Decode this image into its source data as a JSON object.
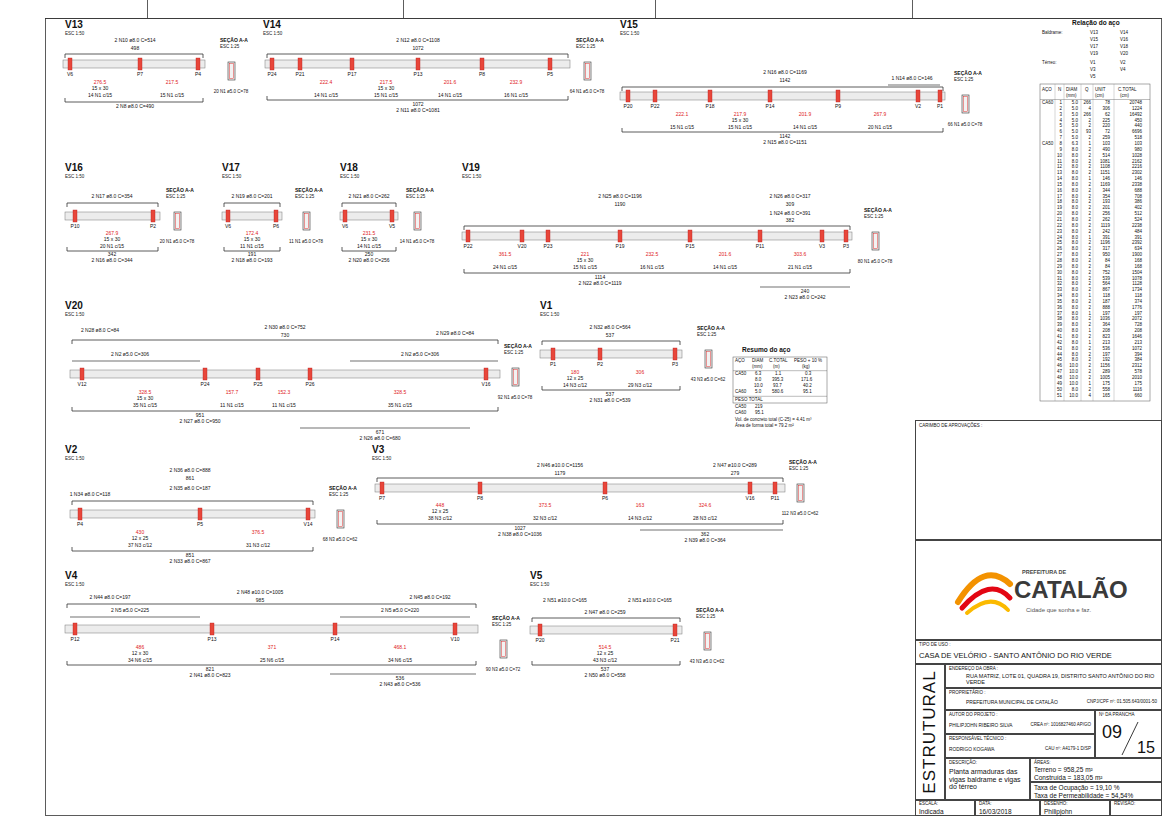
{
  "diagram": {
    "nodes": [
      {
        "text": [
          "CARIMBO DE APROVAÇÕES :"
        ]
      },
      {
        "text": [
          "PREFEITURA DE",
          "CATALÃO",
          "Cidade que sonha e faz."
        ]
      },
      {
        "text": [
          "TIPO DE USO :",
          "CASA DE VELÓRIO - SANTO ANTÔNIO DO RIO VERDE"
        ]
      },
      {
        "text": [
          "ESTRUTURAL"
        ]
      },
      {
        "text": [
          "ENDEREÇO DA OBRA :",
          "RUA MATRIZ, LOTE 01, QUADRA 19, DISTRITO SANTO ANTÔNIO DO RIO VERDE"
        ]
      },
      {
        "text": [
          "PROPRIETÁRIO :",
          "PREFEITURA MUNICIPAL DE CATALÃO",
          "CNPJ/CPF nº: 01.505.643/0001-50"
        ]
      },
      {
        "text": [
          "AUTOR DO PROJETO :",
          "PHILIPJOHN RIBEIRO SILVA",
          "CREA nº: 1016827460 AP/GO"
        ]
      },
      {
        "text": [
          "Nº DA PRANCHA",
          "09",
          "15"
        ]
      },
      {
        "text": [
          "RESPONSÁVEL TÉCNICO :",
          "RODRIGO KOGAWA",
          "CAU nº: A4179-1 D/SP"
        ]
      },
      {
        "text": [
          "DESCRIÇÃO:",
          "Planta armaduras das vigas baldrame e vigas do térreo"
        ]
      },
      {
        "text": [
          "ÁREAS:",
          "Terreno = 958,25 m²",
          "Construída = 183,05 m²"
        ]
      },
      {
        "text": [
          "Taxa de Ocupação = 19,10 %",
          "Taxa de Permeabilidade = 54,54%"
        ]
      },
      {
        "text": [
          "ESCALA:",
          "Indicada"
        ]
      },
      {
        "text": [
          "DATA:",
          "16/03/2018"
        ]
      },
      {
        "text": [
          "DESENHO:",
          "Philipjohn"
        ]
      },
      {
        "text": [
          "REVISÃO:"
        ]
      }
    ],
    "labels": [
      "V13",
      "ESC 1:50",
      "SEÇÃO A-A",
      "ESC 1:25",
      "2 N10 ø8.0 C=514",
      "498",
      "V6",
      "P7",
      "P4",
      "276.5",
      "217.5",
      "15 x 30",
      "14 N1 c/15",
      "15 N1 c/15",
      "2 N8 ø8.0 C=490",
      "20 N1 ø5.0 C=78",
      "V14",
      "ESC 1:50",
      "SEÇÃO A-A",
      "ESC 1:25",
      "2 N12 ø8.0 C=1108",
      "1072",
      "P24",
      "P21",
      "P17",
      "P13",
      "P8",
      "P5",
      "222.4",
      "217.5",
      "201.6",
      "232.9",
      "15 x 30",
      "14 N1 c/15",
      "15 N1 c/15",
      "14 N1 c/15",
      "16 N1 c/15",
      "1072",
      "2 N11 ø8.0 C=1081",
      "64 N1 ø5.0 C=78",
      "V15",
      "ESC 1:50",
      "SEÇÃO A-A",
      "ESC 1:25",
      "2 N16 ø8.0 C=1169",
      "1142",
      "1 N14 ø8.0 C=146",
      "P20",
      "P22",
      "P18",
      "P14",
      "P9",
      "V2",
      "P1",
      "222.1",
      "217.9",
      "201.9",
      "267.9",
      "15 x 30",
      "15 N1 c/15",
      "15 N1 c/15",
      "14 N1 c/15",
      "20 N1 c/15",
      "1142",
      "2 N15 ø8.0 C=1151",
      "66 N1 ø5.0 C=78",
      "V16",
      "ESC 1:50",
      "SEÇÃO A-A",
      "ESC 1:25",
      "2 N17 ø8.0 C=354",
      "P10",
      "P2",
      "267.9",
      "15 x 30",
      "20 N1 c/15",
      "342",
      "2 N16 ø8.0 C=344",
      "20 N1 ø5.0 C=78",
      "V17",
      "ESC 1:50",
      "SEÇÃO A-A",
      "ESC 1:25",
      "2 N19 ø8.0 C=201",
      "V6",
      "P6",
      "172.4",
      "15 x 30",
      "11 N1 c/15",
      "191",
      "2 N18 ø8.0 C=193",
      "11 N1 ø5.0 C=78",
      "V18",
      "ESC 1:50",
      "SEÇÃO A-A",
      "ESC 1:25",
      "2 N21 ø8.0 C=262",
      "V6",
      "V5",
      "231.5",
      "15 x 30",
      "14 N1 c/15",
      "250",
      "2 N20 ø8.0 C=256",
      "14 N1 ø5.0 C=78",
      "V19",
      "ESC 1:50",
      "SEÇÃO A-A",
      "ESC 1:25",
      "2 N25 ø8.0 C=1196",
      "1190",
      "2 N26 ø8.0 C=317",
      "309",
      "1 N24 ø8.0 C=391",
      "382",
      "P22",
      "V20",
      "P23",
      "P19",
      "P15",
      "P11",
      "V3",
      "P3",
      "361.5",
      "221",
      "232.5",
      "201.6",
      "303.6",
      "15 x 30",
      "24 N1 c/15",
      "15 N1 c/15",
      "16 N1 c/15",
      "14 N1 c/15",
      "21 N1 c/15",
      "1114",
      "2 N22 ø8.0 C=1119",
      "240",
      "2 N23 ø8.0 C=242",
      "80 N1 ø5.0 C=78",
      "V20",
      "ESC 1:50",
      "SEÇÃO A-A",
      "ESC 1:25",
      "2 N30 ø8.0 C=752",
      "730",
      "2 N28 ø8.0 C=84",
      "2 N29 ø8.0 C=84",
      "2 N2 ø5.0 C=306",
      "2 N2 ø5.0 C=306",
      "V12",
      "P24",
      "P25",
      "P26",
      "V16",
      "328.5",
      "157.7",
      "152.3",
      "328.5",
      "15 x 30",
      "35 N1 c/15",
      "11 N1 c/15",
      "11 N1 c/15",
      "35 N1 c/15",
      "951",
      "2 N27 ø8.0 C=950",
      "671",
      "2 N26 ø8.0 C=680",
      "92 N1 ø5.0 C=78",
      "V1",
      "ESC 1:50",
      "SEÇÃO A-A",
      "ESC 1:25",
      "2 N32 ø8.0 C=564",
      "537",
      "P1",
      "P2",
      "P3",
      "180",
      "306",
      "12 x 25",
      "14 N3 c/12",
      "29 N3 c/12",
      "537",
      "2 N31 ø8.0 C=539",
      "43 N3 ø5.0 C=62",
      "V2",
      "ESC 1:50",
      "SEÇÃO A-A",
      "ESC 1:25",
      "2 N36 ø8.0 C=888",
      "861",
      "2 N35 ø8.0 C=187",
      "1 N34 ø8.0 C=118",
      "P4",
      "P5",
      "V14",
      "430",
      "376.5",
      "12 x 25",
      "37 N3 c/12",
      "31 N3 c/12",
      "851",
      "2 N33 ø8.0 C=867",
      "68 N3 ø5.0 C=62",
      "V3",
      "ESC 1:50",
      "SEÇÃO A-A",
      "ESC 1:25",
      "2 N46 ø10.0 C=1156",
      "1179",
      "2 N47 ø10.0 C=289",
      "279",
      "P7",
      "P8",
      "P6",
      "V16",
      "P11",
      "448",
      "373.5",
      "163",
      "324.6",
      "12 x 25",
      "38 N3 c/12",
      "32 N3 c/12",
      "14 N3 c/12",
      "28 N3 c/12",
      "1027",
      "2 N38 ø8.0 C=1036",
      "362",
      "2 N39 ø8.0 C=364",
      "112 N3 ø5.0 C=62",
      "V4",
      "ESC 1:50",
      "SEÇÃO A-A",
      "ESC 1:25",
      "2 N44 ø8.0 C=197",
      "2 N48 ø10.0 C=1005",
      "985",
      "2 N45 ø8.0 C=192",
      "2 N5 ø5.0 C=225",
      "2 N5 ø5.0 C=220",
      "P12",
      "P13",
      "P14",
      "V10",
      "486",
      "371",
      "468.1",
      "12 x 30",
      "34 N6 c/15",
      "25 N6 c/15",
      "34 N6 c/15",
      "821",
      "2 N41 ø8.0 C=823",
      "536",
      "2 N43 ø8.0 C=536",
      "90 N3 ø5.0 C=72",
      "V5",
      "ESC 1:50",
      "SEÇÃO A-A",
      "ESC 1:25",
      "2 N51 ø10.0 C=165",
      "2 N51 ø10.0 C=165",
      "2 N47 ø8.0 C=259",
      "P20",
      "P21",
      "514.5",
      "12 x 25",
      "43 N3 c/12",
      "537",
      "2 N50 ø8.0 C=558",
      "43 N3 ø5.0 C=62",
      "Resumo do aço",
      "AÇO",
      "DIAM",
      "C.TOTAL",
      "PESO + 10 %",
      "(mm)",
      "(m)",
      "(kg)",
      "CA50",
      "6.3",
      "1.1",
      "0.3",
      "8.0",
      "395.3",
      "171.6",
      "10.0",
      "93.7",
      "40.2",
      "CA60",
      "5.0",
      "580.6",
      "95.1",
      "PESO TOTAL",
      "CA50",
      "219",
      "CA60",
      "95.1",
      "Vol. de concreto total (C-25) = 4.41 m³",
      "Área de forma total = 79.2 m²",
      "Relação do aço",
      "Baldrame:",
      "V13",
      "V14",
      "V15",
      "V16",
      "V17",
      "V18",
      "V19",
      "V20",
      "Térreo:",
      "V1",
      "V2",
      "V3",
      "V4",
      "V5",
      "AÇO",
      "N",
      "DIAM",
      "Q",
      "UNIT",
      "C.TOTAL",
      "(mm)",
      "(cm)",
      "(cm)",
      "CA60",
      "CA50",
      "1",
      "5.0",
      "266",
      "78",
      "20748",
      "2",
      "5.0",
      "4",
      "306",
      "1224",
      "3",
      "5.0",
      "266",
      "62",
      "16492",
      "4",
      "5.0",
      "2",
      "225",
      "450",
      "5",
      "5.0",
      "2",
      "220",
      "440",
      "6",
      "5.0",
      "93",
      "72",
      "6696",
      "7",
      "5.0",
      "2",
      "259",
      "518",
      "8",
      "6.3",
      "1",
      "103",
      "103",
      "9",
      "8.0",
      "2",
      "490",
      "980",
      "10",
      "8.0",
      "2",
      "514",
      "1028",
      "11",
      "8.0",
      "2",
      "1081",
      "2162",
      "12",
      "8.0",
      "2",
      "1108",
      "2216",
      "13",
      "8.0",
      "2",
      "1151",
      "2302",
      "14",
      "8.0",
      "1",
      "146",
      "146",
      "15",
      "8.0",
      "2",
      "1169",
      "2338",
      "16",
      "8.0",
      "2",
      "344",
      "688",
      "17",
      "8.0",
      "2",
      "354",
      "708",
      "18",
      "8.0",
      "2",
      "193",
      "386",
      "19",
      "8.0",
      "2",
      "201",
      "402",
      "20",
      "8.0",
      "2",
      "256",
      "512",
      "21",
      "8.0",
      "2",
      "262",
      "524",
      "22",
      "8.0",
      "2",
      "1119",
      "2238",
      "23",
      "8.0",
      "2",
      "242",
      "484",
      "24",
      "8.0",
      "1",
      "391",
      "391",
      "25",
      "8.0",
      "2",
      "1196",
      "2392",
      "26",
      "8.0",
      "2",
      "317",
      "634",
      "27",
      "8.0",
      "2",
      "950",
      "1900",
      "28",
      "8.0",
      "2",
      "84",
      "168",
      "29",
      "8.0",
      "2",
      "84",
      "168",
      "30",
      "8.0",
      "2",
      "752",
      "1504",
      "31",
      "8.0",
      "2",
      "539",
      "1078",
      "32",
      "8.0",
      "2",
      "564",
      "1128",
      "33",
      "8.0",
      "2",
      "867",
      "1734",
      "34",
      "8.0",
      "1",
      "118",
      "118",
      "35",
      "8.0",
      "2",
      "187",
      "374",
      "36",
      "8.0",
      "2",
      "888",
      "1776",
      "37",
      "8.0",
      "1",
      "197",
      "197",
      "38",
      "8.0",
      "2",
      "1036",
      "2072",
      "39",
      "8.0",
      "2",
      "364",
      "728",
      "40",
      "8.0",
      "1",
      "208",
      "208",
      "41",
      "8.0",
      "2",
      "823",
      "1646",
      "42",
      "8.0",
      "1",
      "213",
      "213",
      "43",
      "8.0",
      "2",
      "536",
      "1072",
      "44",
      "8.0",
      "2",
      "197",
      "394",
      "45",
      "8.0",
      "2",
      "192",
      "384",
      "46",
      "10.0",
      "2",
      "1156",
      "2312",
      "47",
      "10.0",
      "2",
      "289",
      "578",
      "48",
      "10.0",
      "2",
      "1005",
      "2010",
      "49",
      "10.0",
      "1",
      "175",
      "175",
      "50",
      "8.0",
      "2",
      "558",
      "1116",
      "51",
      "10.0",
      "4",
      "165",
      "660"
    ]
  }
}
